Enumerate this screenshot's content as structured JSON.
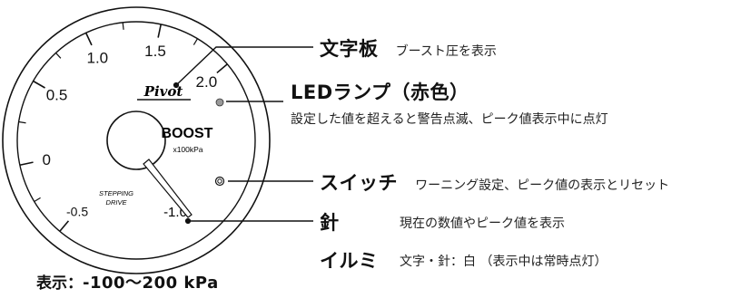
{
  "gauge": {
    "brand": "Pivot",
    "label": "BOOST",
    "unit": "x100kPa",
    "inner_text_1": "STEPPING",
    "inner_text_2": "DRIVE",
    "ticks": [
      {
        "value": "-0.5",
        "angle": -140
      },
      {
        "value": "0",
        "angle": -102
      },
      {
        "value": "0.5",
        "angle": -60
      },
      {
        "value": "1.0",
        "angle": -25
      },
      {
        "value": "1.5",
        "angle": 12
      },
      {
        "value": "2.0",
        "angle": 50
      }
    ],
    "needle_reading": "-1.0"
  },
  "callouts": {
    "dial": {
      "term": "文字板",
      "desc": "ブースト圧を表示"
    },
    "led": {
      "term": "LEDランプ（赤色）",
      "desc": "設定した値を超えると警告点滅、ピーク値表示中に点灯"
    },
    "switch": {
      "term": "スイッチ",
      "desc": "ワーニング設定、ピーク値の表示とリセット"
    },
    "needle": {
      "term": "針",
      "desc": "現在の数値やピーク値を表示"
    },
    "illumination": {
      "term": "イルミ",
      "desc": "文字・針：白 （表示中は常時点灯）"
    }
  },
  "range": {
    "label": "表示：",
    "value": "-100～200 kPa"
  },
  "colors": {
    "line": "#111111",
    "face": "#ffffff",
    "led": "#999999"
  }
}
